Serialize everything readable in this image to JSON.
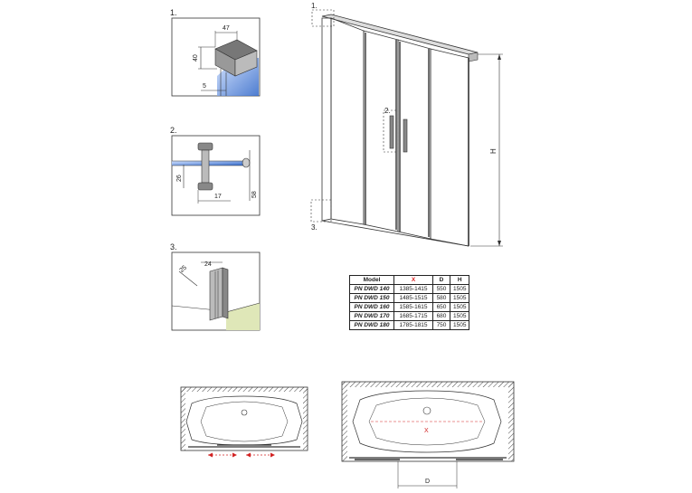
{
  "details": {
    "d1": {
      "label": "1.",
      "dim_width": "47",
      "dim_height": "40",
      "dim_gap": "5"
    },
    "d2": {
      "label": "2.",
      "dim_a": "26",
      "dim_b": "17",
      "dim_c": "58"
    },
    "d3": {
      "label": "3.",
      "dim_a": "25",
      "dim_b": "24"
    }
  },
  "main": {
    "callout_1": "1.",
    "callout_2": "2.",
    "callout_3": "3.",
    "height_label": "H"
  },
  "table": {
    "headers": [
      "Model",
      "X",
      "D",
      "H"
    ],
    "rows": [
      [
        "PN DWD 140",
        "1385-1415",
        "550",
        "1505"
      ],
      [
        "PN DWD 150",
        "1485-1515",
        "580",
        "1505"
      ],
      [
        "PN DWD 160",
        "1585-1615",
        "650",
        "1505"
      ],
      [
        "PN DWD 170",
        "1685-1715",
        "680",
        "1505"
      ],
      [
        "PN DWD 180",
        "1785-1815",
        "750",
        "1505"
      ]
    ]
  },
  "plans": {
    "right_x_label": "X",
    "right_d_label": "D"
  },
  "colors": {
    "line": "#333333",
    "glass_blue": "#4a7fd0",
    "red_dim": "#d22222",
    "wall_green": "#dfe7b8"
  }
}
